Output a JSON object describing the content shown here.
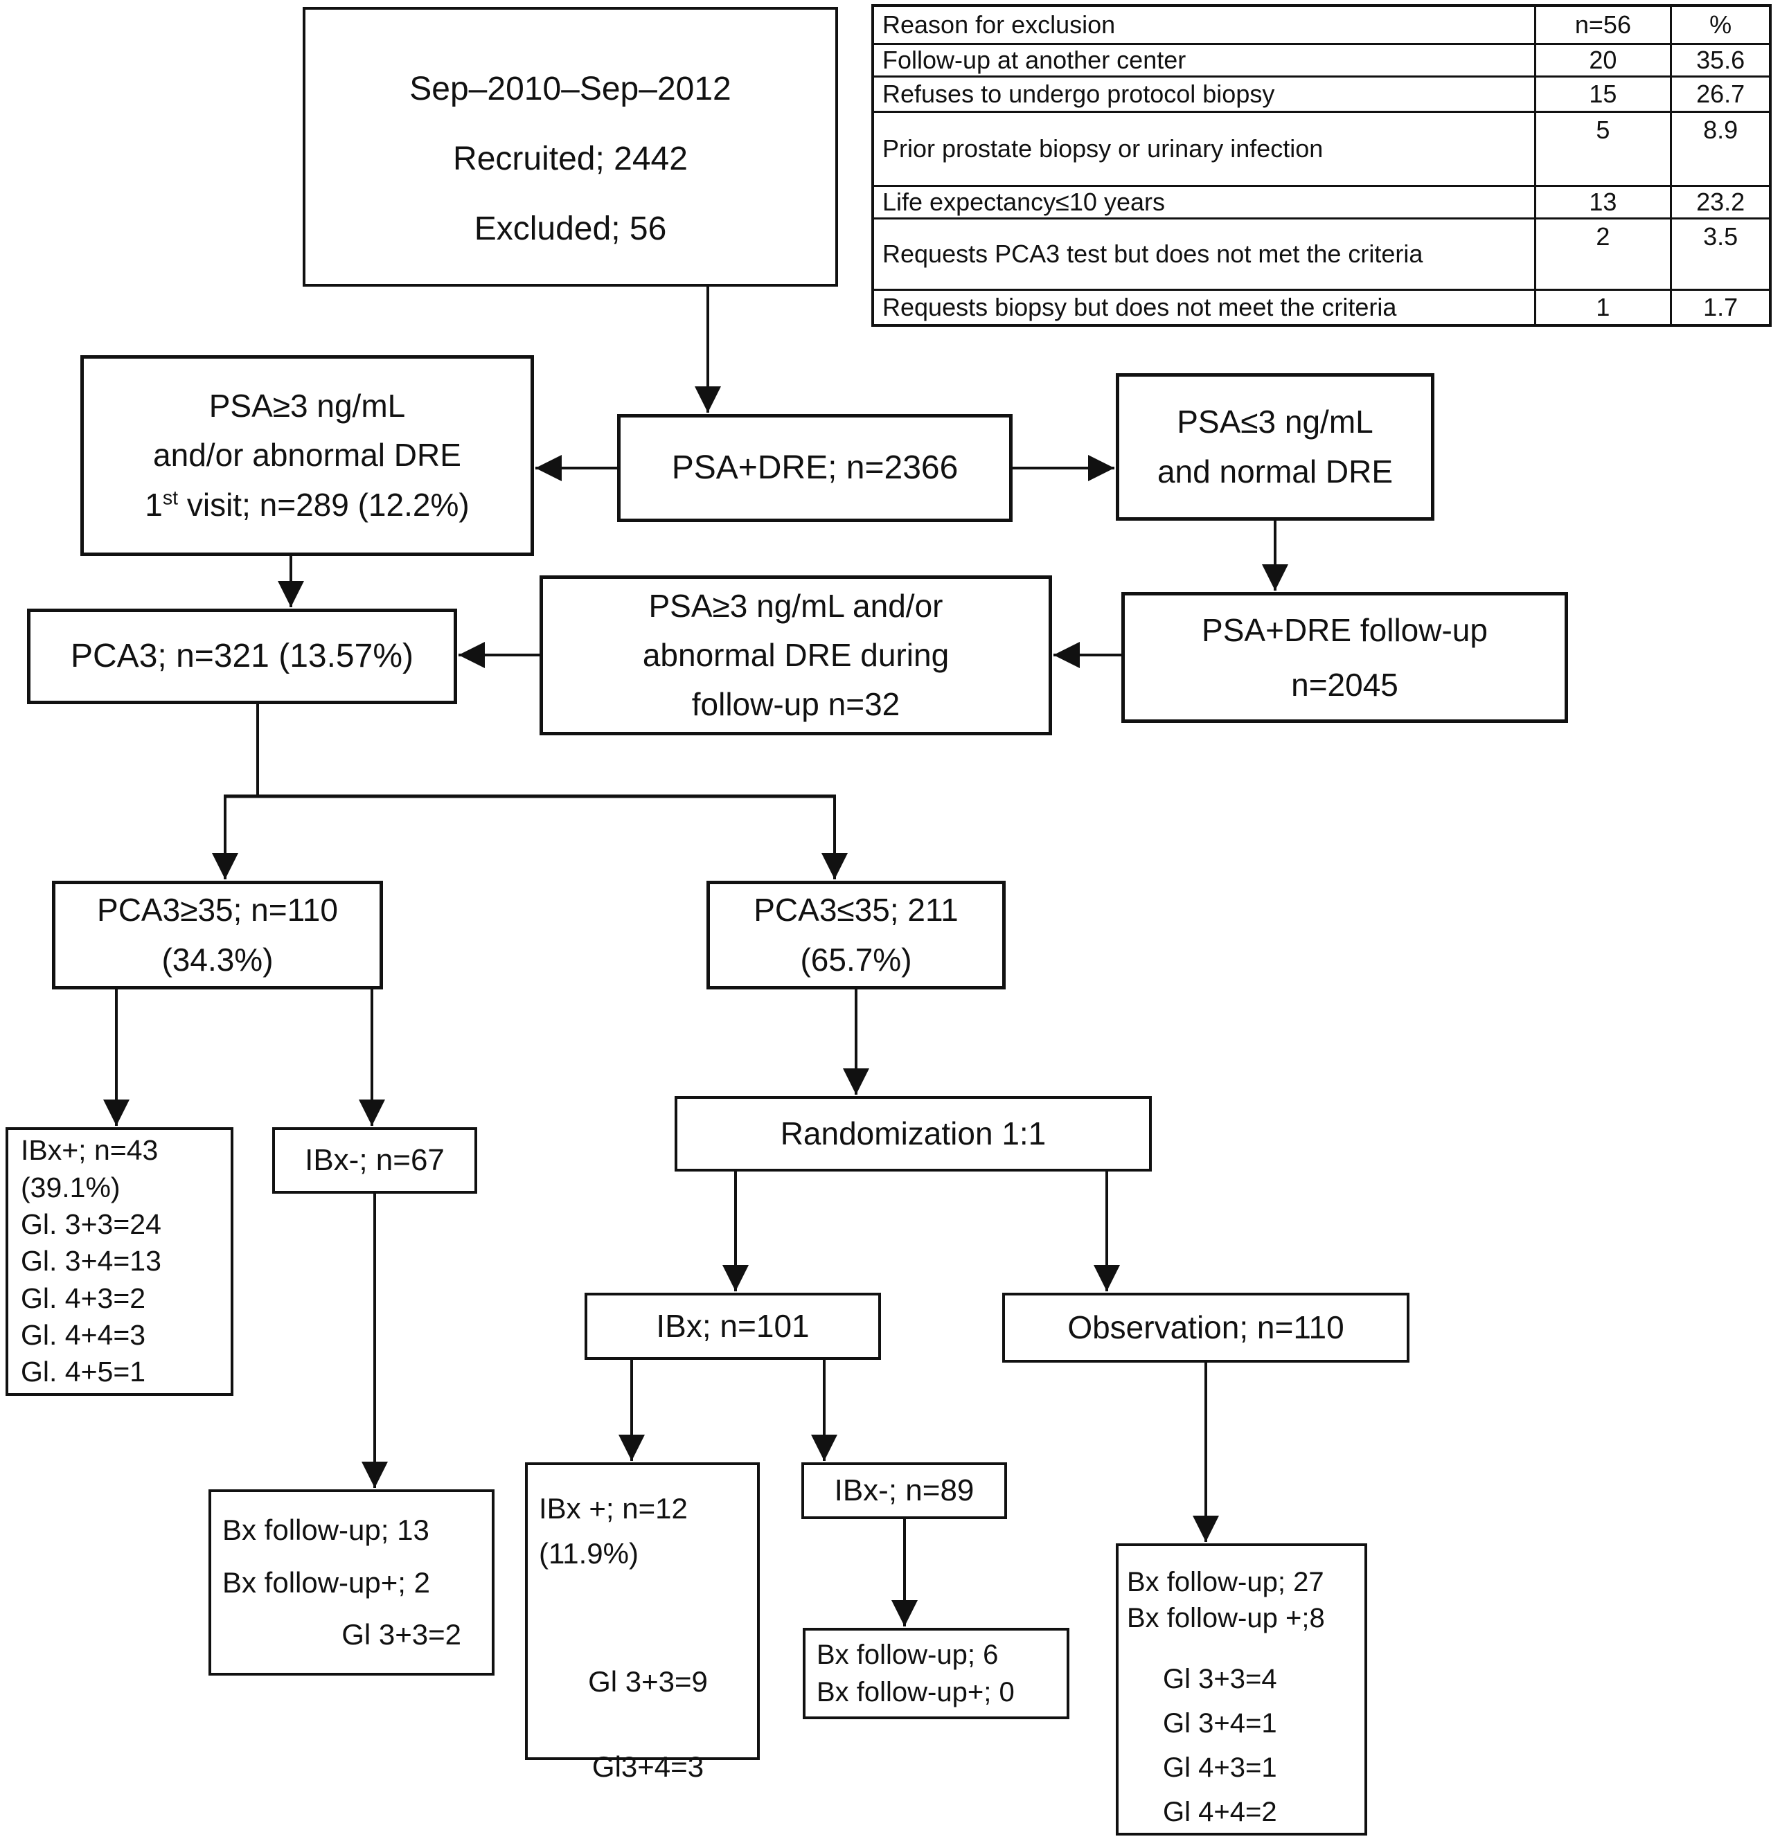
{
  "title_box": {
    "period": "Sep–2010–Sep–2012",
    "recruited": "Recruited; 2442",
    "excluded": "Excluded; 56"
  },
  "exclusion_table": {
    "col_reason": "Reason for exclusion",
    "col_n": "n=56",
    "col_pct": "%",
    "rows": [
      {
        "reason": "Follow-up at another center",
        "n": "20",
        "pct": "35.6"
      },
      {
        "reason": "Refuses to undergo protocol biopsy",
        "n": "15",
        "pct": "26.7"
      },
      {
        "reason": "Prior prostate biopsy or urinary infection",
        "n": "5",
        "pct": "8.9"
      },
      {
        "reason": "Life expectancy≤10 years",
        "n": "13",
        "pct": "23.2"
      },
      {
        "reason": "Requests PCA3 test but does not met the criteria",
        "n": "2",
        "pct": "3.5"
      },
      {
        "reason": "Requests biopsy but does not meet the criteria",
        "n": "1",
        "pct": "1.7"
      }
    ]
  },
  "boxes": {
    "psa_ge3": {
      "line1": "PSA≥3 ng/mL",
      "line2": "and/or abnormal DRE",
      "visit_num": "1",
      "visit_sup": "st",
      "visit_rest": " visit; n=289 (12.2%)"
    },
    "psa_dre": {
      "line1": "PSA+DRE; n=2366"
    },
    "psa_le3": {
      "line1": "PSA≤3 ng/mL",
      "line2": "and normal DRE"
    },
    "pca3": {
      "line1": "PCA3; n=321 (13.57%)"
    },
    "psa_fu32": {
      "line1": "PSA≥3 ng/mL and/or",
      "line2": "abnormal DRE during",
      "line3": "follow-up n=32"
    },
    "psa_dre_fu": {
      "line1": "PSA+DRE follow-up",
      "line2": "n=2045"
    },
    "pca3_ge35": {
      "line1": "PCA3≥35; n=110",
      "line2": "(34.3%)"
    },
    "pca3_le35": {
      "line1": "PCA3≤35; 211",
      "line2": "(65.7%)"
    },
    "ibx_pos_43": {
      "lines": [
        "IBx+; n=43",
        "(39.1%)",
        "Gl. 3+3=24",
        "Gl. 3+4=13",
        "Gl. 4+3=2",
        "Gl. 4+4=3",
        "Gl. 4+5=1"
      ]
    },
    "ibx_neg_67": {
      "line1": "IBx-; n=67"
    },
    "randomization": {
      "line1": "Randomization 1:1"
    },
    "ibx_101": {
      "line1": "IBx; n=101"
    },
    "observation": {
      "line1": "Observation; n=110"
    },
    "bx_fu_13": {
      "line1": "Bx follow-up; 13",
      "line2": "Bx follow-up+; 2",
      "line3": "Gl 3+3=2"
    },
    "ibx_pos_12": {
      "line1": "IBx +; n=12",
      "line2": "(11.9%)",
      "line3": "Gl 3+3=9",
      "line4": "Gl3+4=3"
    },
    "ibx_neg_89": {
      "line1": "IBx-; n=89"
    },
    "bx_fu_6": {
      "line1": "Bx follow-up; 6",
      "line2": "Bx follow-up+; 0"
    },
    "bx_fu_27": {
      "line1": "Bx follow-up; 27",
      "line2": "Bx follow-up +;8",
      "gleason": [
        "Gl 3+3=4",
        "Gl 3+4=1",
        "Gl 4+3=1",
        "Gl 4+4=2"
      ]
    }
  },
  "colors": {
    "ink": "#111111",
    "background": "#ffffff"
  }
}
